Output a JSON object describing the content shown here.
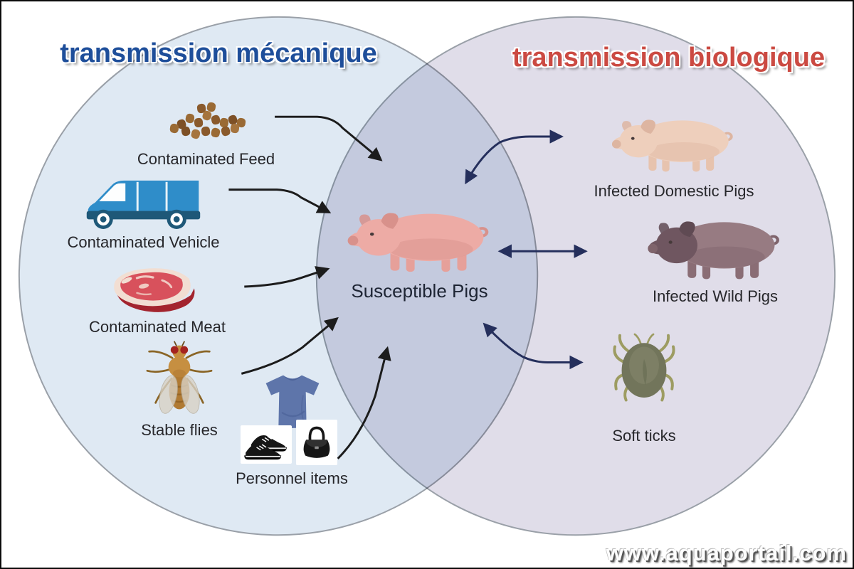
{
  "diagram": {
    "left_title": "transmission mécanique",
    "right_title": "transmission biologique",
    "center": {
      "label": "Susceptible Pigs",
      "icon": "susceptible-pig-icon"
    },
    "left_items": [
      {
        "label": "Contaminated Feed",
        "icon": "feed-pellets-icon"
      },
      {
        "label": "Contaminated Vehicle",
        "icon": "delivery-van-icon"
      },
      {
        "label": "Contaminated Meat",
        "icon": "raw-meat-icon"
      },
      {
        "label": "Stable flies",
        "icon": "fly-icon"
      },
      {
        "label": "Personnel items",
        "icon": "tshirt-sneakers-handbag-icons"
      }
    ],
    "right_items": [
      {
        "label": "Infected Domestic Pigs",
        "icon": "domestic-pig-icon"
      },
      {
        "label": "Infected Wild Pigs",
        "icon": "wild-pig-icon"
      },
      {
        "label": "Soft ticks",
        "icon": "soft-tick-icon"
      }
    ]
  },
  "watermark": "www.aquaportail.com",
  "colors": {
    "left_circle_fill": "#dfe9f3",
    "right_circle_fill": "#e0dde9",
    "overlap_fill": "#c4cade",
    "circle_stroke": "#9aa0a8",
    "left_title_color": "#1e4e9a",
    "right_title_color": "#cb4a42",
    "mechanical_arrow_color": "#1c1c1c",
    "biological_arrow_color": "#252f5c",
    "label_color": "#26262a"
  }
}
